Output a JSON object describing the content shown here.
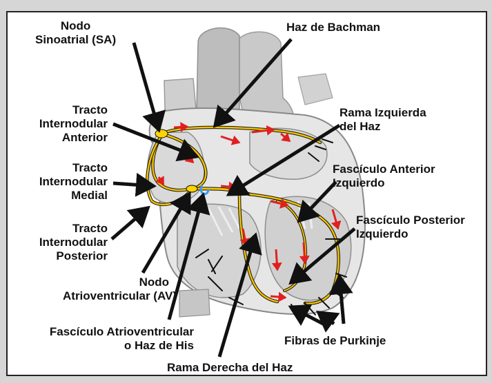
{
  "labels": {
    "sa_node": [
      "Nodo",
      "Sinoatrial (SA)"
    ],
    "bachman": [
      "Haz de Bachman"
    ],
    "anterior_tract": [
      "Tracto",
      "Internodular",
      "Anterior"
    ],
    "medial_tract": [
      "Tracto",
      "Internodular",
      "Medial"
    ],
    "posterior_tract": [
      "Tracto",
      "Internodular",
      "Posterior"
    ],
    "av_node": [
      "Nodo",
      "Atrioventricular (AV)"
    ],
    "his_bundle": [
      "Fascículo Atrioventricular",
      "o Haz de His"
    ],
    "left_branch": [
      "Rama Izquierda",
      "del Haz"
    ],
    "left_anterior_fascicle": [
      "Fascículo Anterior",
      "Izquierdo"
    ],
    "left_posterior_fascicle": [
      "Fascículo Posterior",
      "Izquierdo"
    ],
    "purkinje": [
      "Fibras de Purkinje"
    ],
    "right_branch": [
      "Rama Derecha del Haz"
    ]
  },
  "colors": {
    "conduction": "#f2c200",
    "impulse_arrow": "#e02020",
    "pointer": "#111111",
    "node": "#ffd400",
    "his_marker": "#3399ff"
  }
}
